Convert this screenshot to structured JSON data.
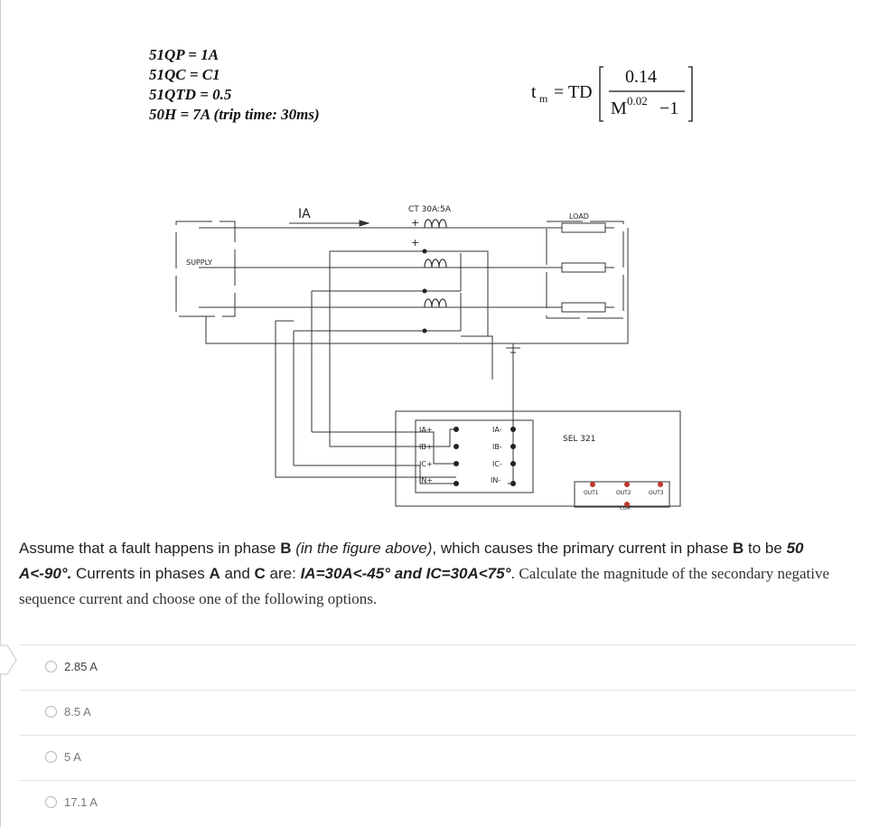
{
  "settings": {
    "line1": "51QP = 1A",
    "line2": "51QC = C1",
    "line3": "51QTD = 0.5",
    "line4": "50H = 7A (trip time: 30ms)"
  },
  "formula": {
    "lhs": "t",
    "lhs_sub": "m",
    "equals": "= TD",
    "numerator": "0.14",
    "denominator_base": "M",
    "denominator_exp": "0.02",
    "denominator_tail": "−1"
  },
  "diagram": {
    "ia_label": "IA",
    "ct_label": "CT 30A:5A",
    "supply_label": "SUPPLY",
    "load_label": "LOAD",
    "relay_label": "SEL 321",
    "plus": "+",
    "left_terminals": [
      "IA+",
      "IB+",
      "IC+",
      "IN+"
    ],
    "right_terminals": [
      "IA-",
      "IB-",
      "IC-",
      "IN-"
    ],
    "outputs": [
      "OUT1",
      "OUT2",
      "OUT3"
    ],
    "com_label": "COM"
  },
  "question": {
    "p1": "Assume that a fault happens in phase ",
    "b1": "B",
    "i1": " (in the figure above)",
    "p2": ", which causes the primary current in phase ",
    "b2": "B",
    "p3": " to be ",
    "bi1": "50 A<-90°.",
    "p4": " Currents in phases ",
    "b3": "A",
    "p5": " and ",
    "b4": "C",
    "p6": " are: ",
    "bi2": "IA=30A<-45° and IC=30A<75°",
    "p7": ".",
    "serif": " Calculate the magnitude of the secondary negative sequence current and choose one of the following options."
  },
  "options": [
    {
      "label": "2.85 A"
    },
    {
      "label": "8.5 A"
    },
    {
      "label": "5 A"
    },
    {
      "label": "17.1 A"
    }
  ]
}
